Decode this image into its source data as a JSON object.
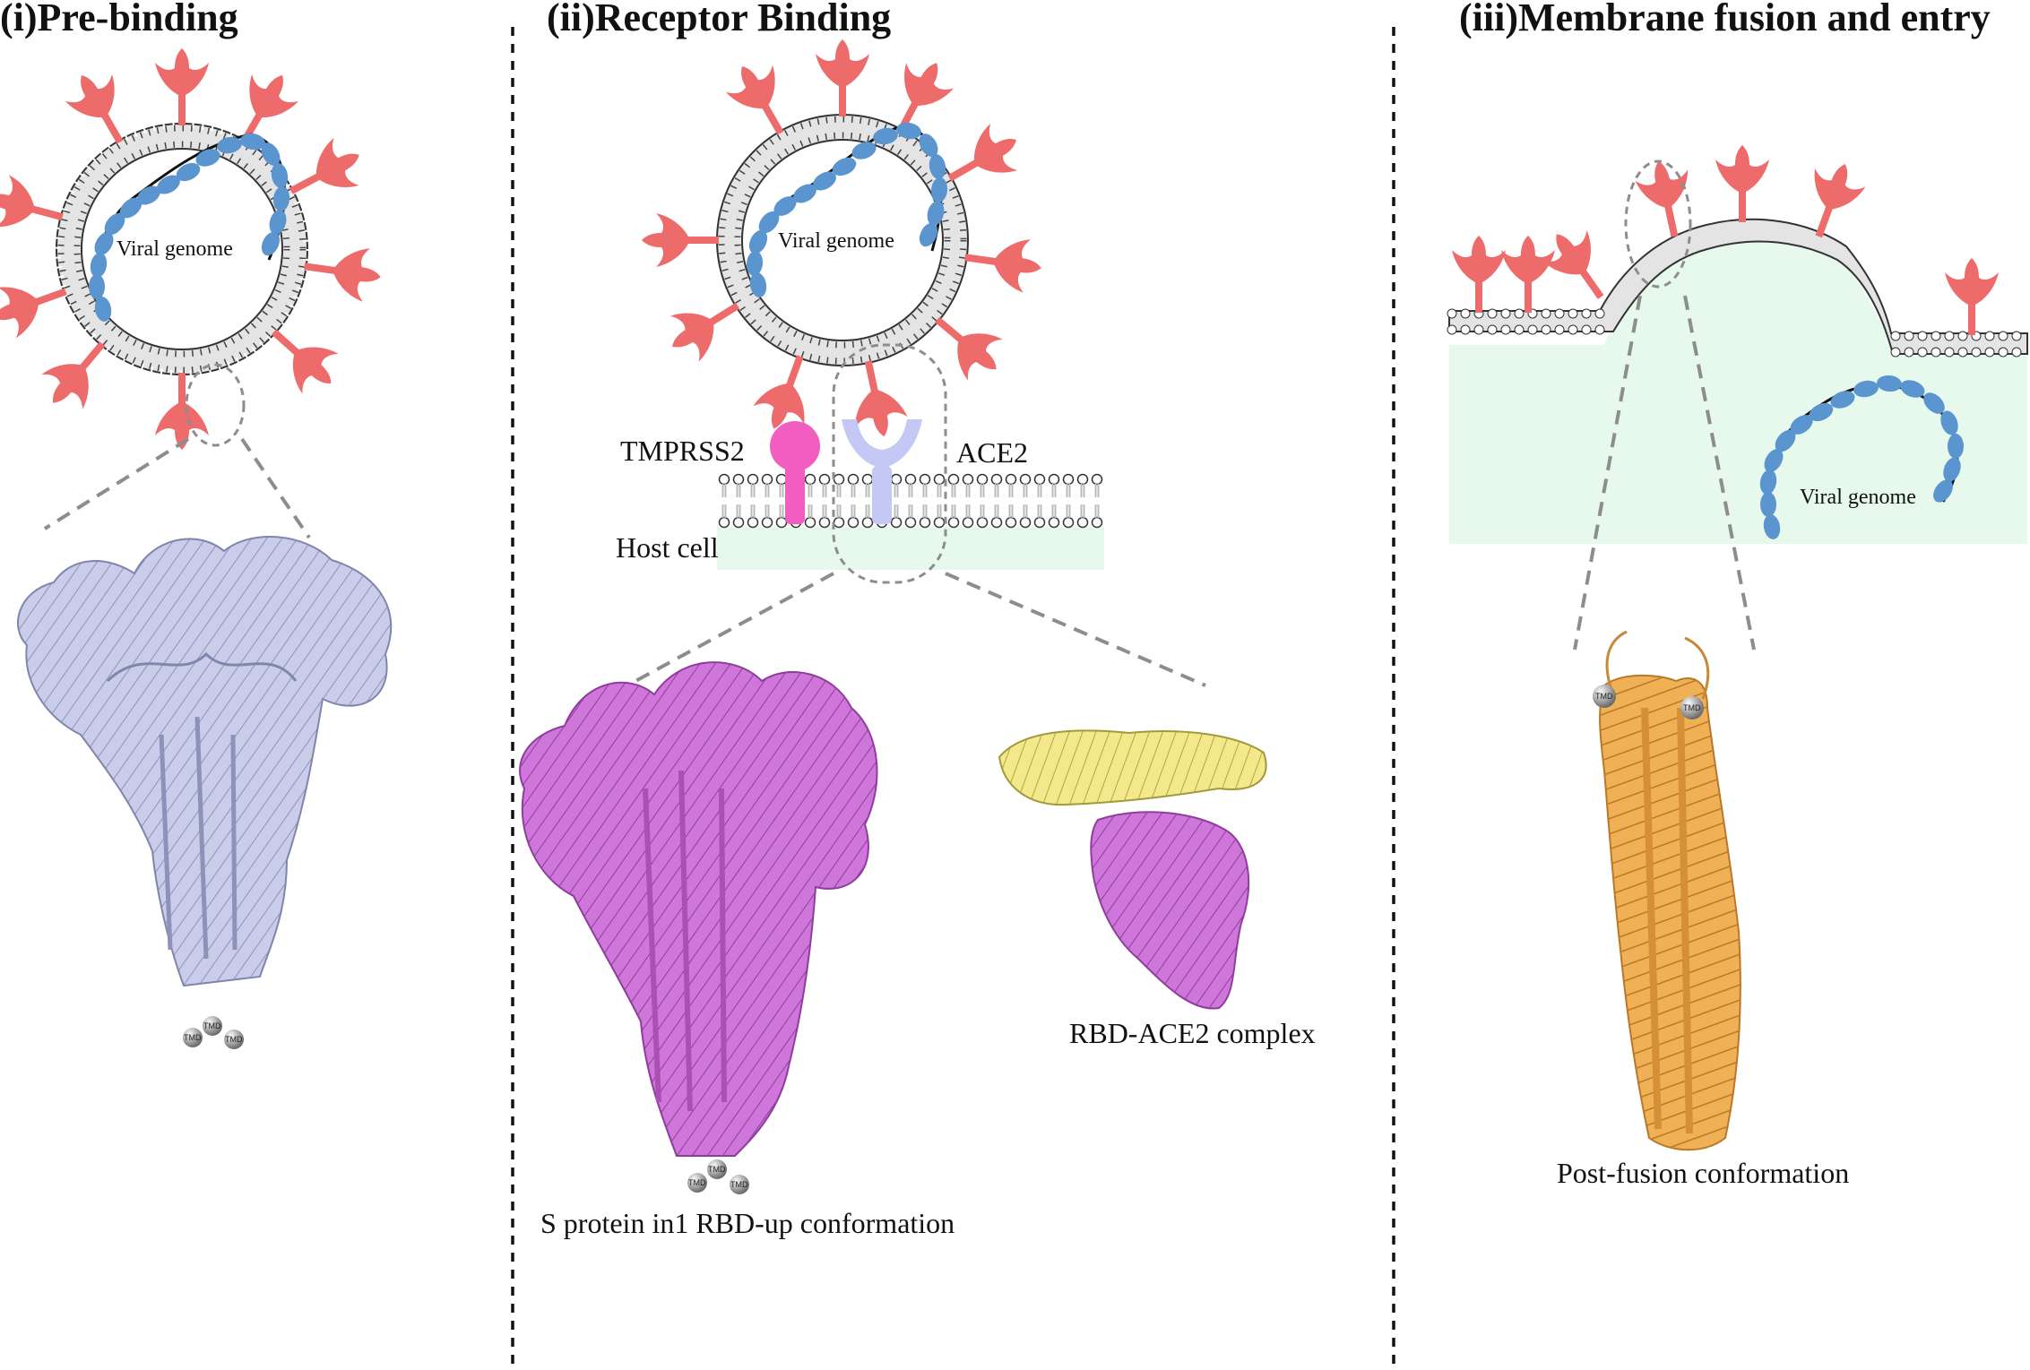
{
  "panels": {
    "pre_binding": {
      "title": "(i)Pre-binding",
      "genome_label": "Viral genome",
      "tmd_label": "TMD"
    },
    "receptor_binding": {
      "title": "(ii)Receptor Binding",
      "genome_label": "Viral genome",
      "tmprss2_label": "TMPRSS2",
      "ace2_label": "ACE2",
      "host_cell_label": "Host cell",
      "s_protein_label": "S protein in1 RBD-up conformation",
      "complex_label": "RBD-ACE2 complex",
      "tmd_label": "TMD"
    },
    "fusion_entry": {
      "title": "(iii)Membrane fusion and entry",
      "genome_label": "Viral genome",
      "post_fusion_label": "Post-fusion conformation",
      "tmd_label": "TMD"
    }
  },
  "colors": {
    "spike": "#ee6b6b",
    "genome_bead": "#5b95cf",
    "membrane_fill": "#e4e4e4",
    "host_cell": "#e6f9ec",
    "tmprss2": "#f25ec0",
    "ace2": "#c5c8f5",
    "prebinding_protein": "#b7bce0",
    "rbd_up_protein": "#c665d2",
    "ace2_helix": "#f0e27a",
    "postfusion_protein": "#eda94a",
    "zoom_dash": "#8d8d8d"
  }
}
